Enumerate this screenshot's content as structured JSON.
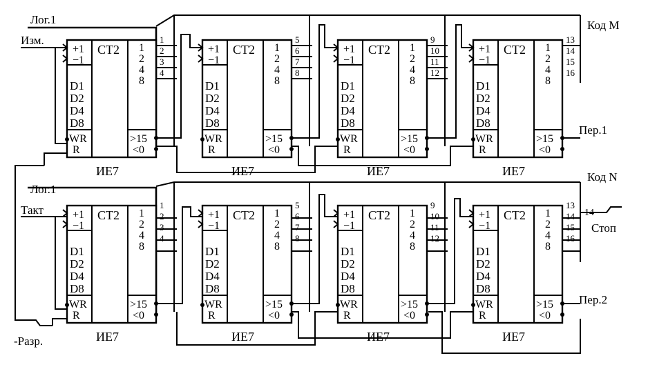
{
  "counter": {
    "type_label": "CT2",
    "part_label": "ИЕ7",
    "up_label": "+1",
    "down_label": "−1",
    "data_inputs": [
      "D1",
      "D2",
      "D4",
      "D8"
    ],
    "wr_label": "WR",
    "r_label": "R",
    "weights": [
      "1",
      "2",
      "4",
      "8"
    ],
    "carry_label": ">15",
    "borrow_label": "<0"
  },
  "top": {
    "log_label": "Лог.1",
    "input_label": "Изм.",
    "bus_label": "Код М",
    "overflow_label": "Пер.1",
    "bit_numbers": [
      [
        "1",
        "2",
        "3",
        "4"
      ],
      [
        "5",
        "6",
        "7",
        "8"
      ],
      [
        "9",
        "10",
        "11",
        "12"
      ],
      [
        "13",
        "14",
        "15",
        "16"
      ]
    ]
  },
  "bottom": {
    "log_label": "Лог.1",
    "input_label": "Такт",
    "bus_label": "Код N",
    "overflow_label": "Пер.2",
    "extra_bit": "14",
    "stop_label": "Стоп",
    "reset_label": "-Разр.",
    "bit_numbers": [
      [
        "1",
        "2",
        "3",
        "4"
      ],
      [
        "5",
        "6",
        "7",
        "8"
      ],
      [
        "9",
        "10",
        "11",
        "12"
      ],
      [
        "13",
        "14",
        "15",
        "16"
      ]
    ]
  }
}
